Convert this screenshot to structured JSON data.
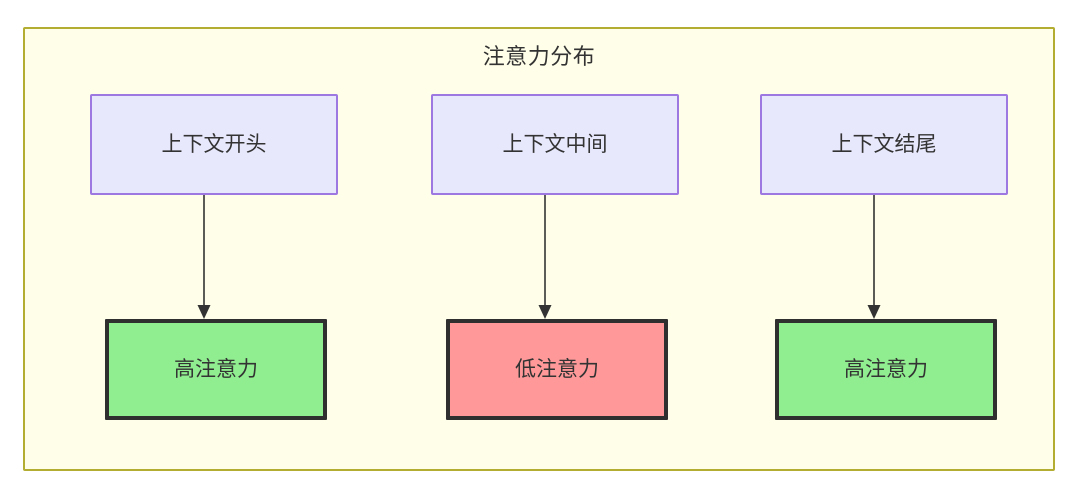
{
  "diagram": {
    "title": "注意力分布",
    "colors": {
      "container_fill": "#fffee8",
      "container_border": "#b3ad32",
      "source_fill": "#e8e8fd",
      "source_border": "#9c78e0",
      "high_attention_fill": "#90ee90",
      "low_attention_fill": "#ff9999",
      "result_border": "#2f2f2f",
      "text": "#333333",
      "edge": "#333333"
    },
    "columns": [
      {
        "source": {
          "label": "上下文开头"
        },
        "result": {
          "label": "高注意力",
          "level": "high"
        }
      },
      {
        "source": {
          "label": "上下文中间"
        },
        "result": {
          "label": "低注意力",
          "level": "low"
        }
      },
      {
        "source": {
          "label": "上下文结尾"
        },
        "result": {
          "label": "高注意力",
          "level": "high"
        }
      }
    ],
    "edges": [
      {
        "from": "上下文开头",
        "to": "高注意力",
        "style": "solid-arrow"
      },
      {
        "from": "上下文中间",
        "to": "低注意力",
        "style": "solid-arrow"
      },
      {
        "from": "上下文结尾",
        "to": "高注意力",
        "style": "solid-arrow"
      }
    ]
  }
}
